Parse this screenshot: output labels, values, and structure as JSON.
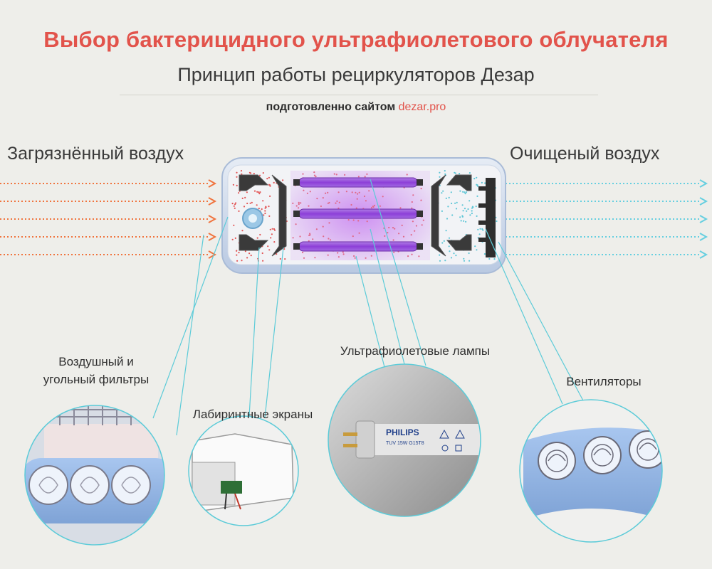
{
  "header": {
    "title": "Выбор бактерицидного ультрафиолетового облучателя",
    "subtitle": "Принцип работы рециркуляторов Дезар",
    "source_prefix": "подготовленно сайтом",
    "source_site": "dezar.pro"
  },
  "airflow": {
    "input_label": "Загрязнённый воздух",
    "output_label": "Очищеный воздух",
    "input_color": "#f0743e",
    "output_color": "#66cfe0"
  },
  "components": {
    "filters": {
      "line1": "Воздушный и",
      "line2": "угольный фильтры"
    },
    "labyrinth": "Лабиринтные экраны",
    "uv_lamps": "Ультрафиолетовые лампы",
    "fans": "Вентиляторы"
  },
  "photo_text": {
    "lamp_brand": "PHILIPS",
    "lamp_model": "TUV 15W G15T8"
  },
  "colors": {
    "title": "#e2534b",
    "callout_line": "#5ccbd8",
    "uv_glow": "#b15fe0",
    "device_body": "#c7d3e6"
  }
}
